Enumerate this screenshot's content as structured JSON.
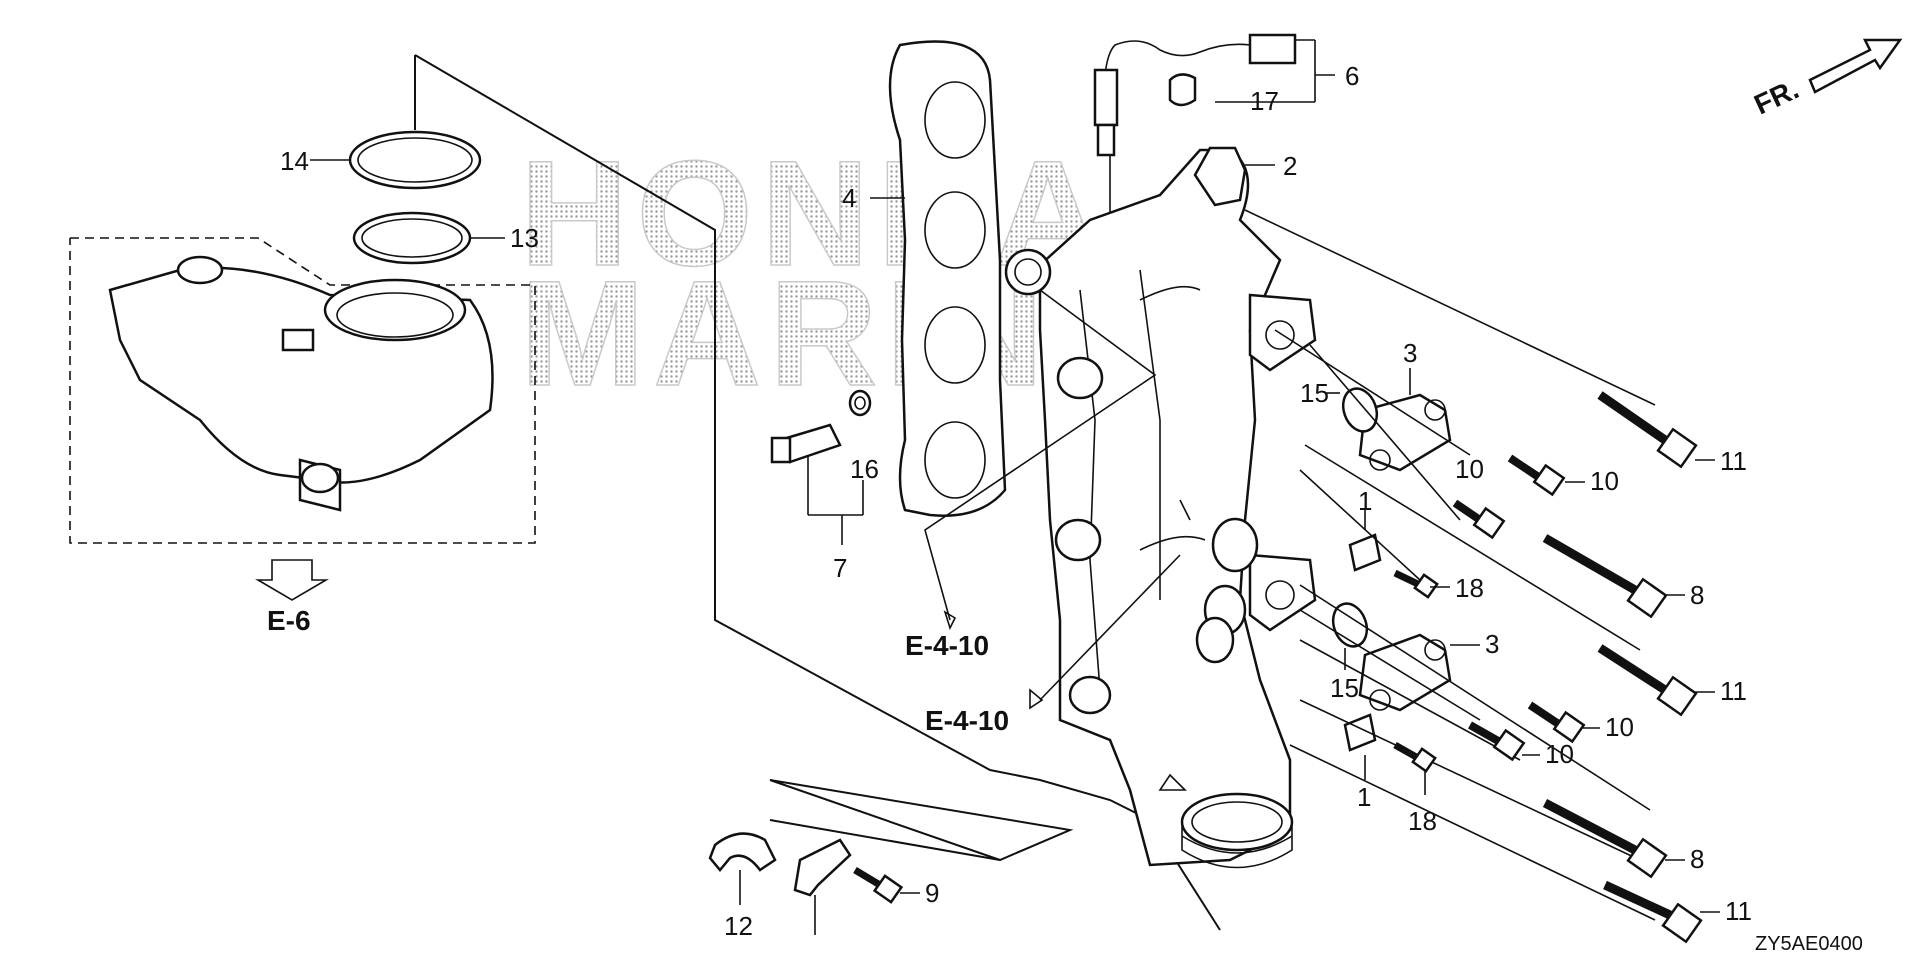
{
  "diagram_code": "ZY5AE0400",
  "watermark": [
    "HONDA",
    "MARINE"
  ],
  "direction_label": "FR.",
  "references": {
    "e6": "E-6",
    "e410_a": "E-4-10",
    "e410_b": "E-4-10"
  },
  "callouts": {
    "c14": "14",
    "c13": "13",
    "c4": "4",
    "c6": "6",
    "c17": "17",
    "c2": "2",
    "c3a": "3",
    "c15a": "15",
    "c10a": "10",
    "c10b": "10",
    "c11a": "11",
    "c16": "16",
    "c7": "7",
    "c1a": "1",
    "c18a": "18",
    "c8a": "8",
    "c3b": "3",
    "c15b": "15",
    "c11b": "11",
    "c10c": "10",
    "c10d": "10",
    "c1b": "1",
    "c18b": "18",
    "c8b": "8",
    "c11c": "11",
    "c9": "9",
    "c12": "12"
  }
}
